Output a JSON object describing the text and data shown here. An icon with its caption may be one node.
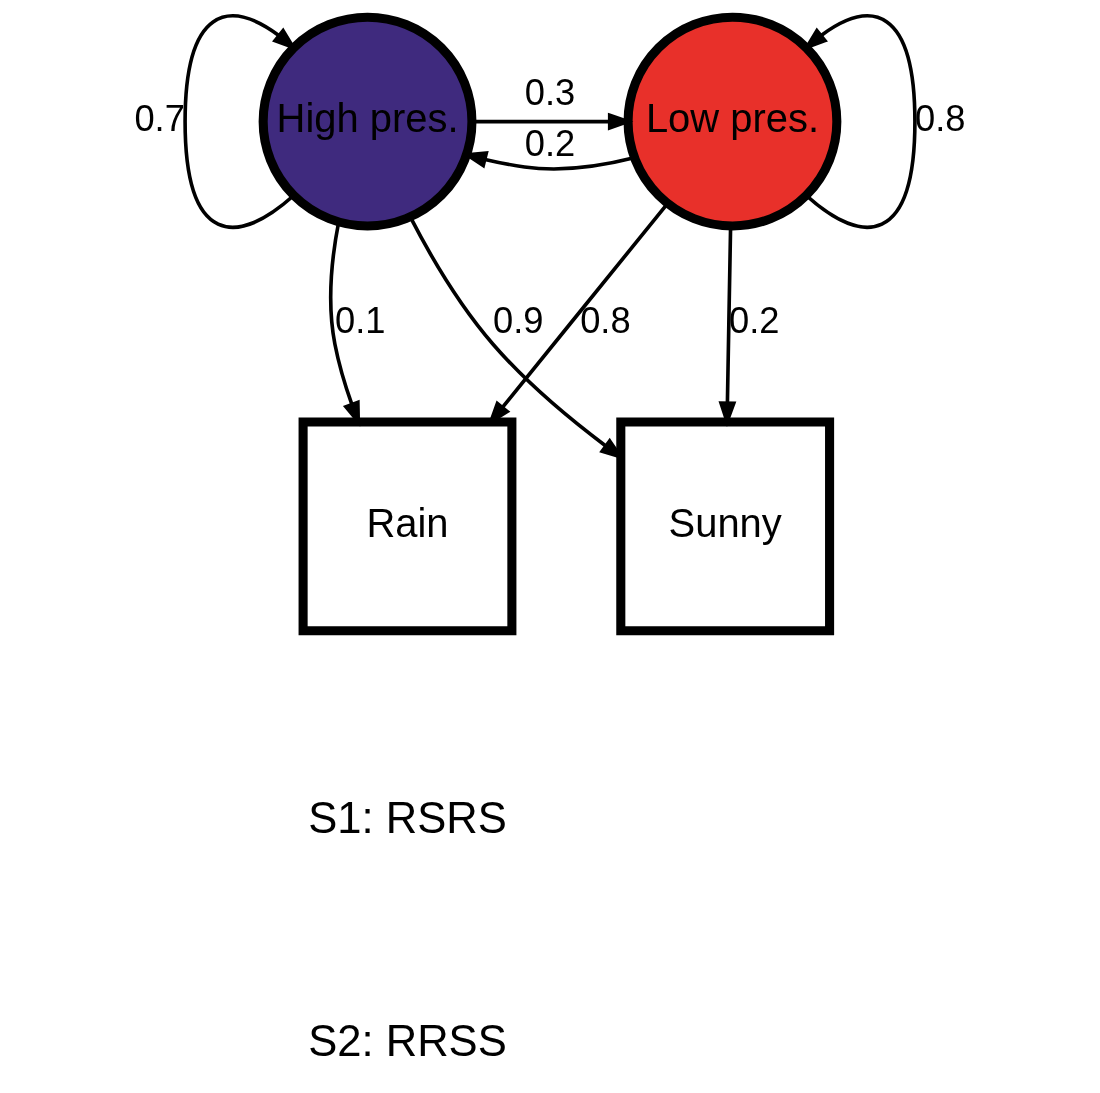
{
  "diagram": {
    "nodes": [
      {
        "text": [
          "High pres."
        ]
      },
      {
        "text": [
          "Low pres."
        ]
      },
      {
        "text": [
          "Rain"
        ]
      },
      {
        "text": [
          "Sunny"
        ]
      }
    ],
    "edges": [
      {
        "from": 0,
        "to": 0,
        "arrow": "to",
        "label": "0.7"
      },
      {
        "from": 0,
        "to": 1,
        "arrow": "to",
        "label": "0.3"
      },
      {
        "from": 1,
        "to": 1,
        "arrow": "to",
        "label": "0.8"
      },
      {
        "from": 1,
        "to": 0,
        "arrow": "to",
        "label": "0.2"
      },
      {
        "from": 0,
        "to": 2,
        "arrow": "to",
        "label": "0.1"
      },
      {
        "from": 0,
        "to": 3,
        "arrow": "to",
        "label": "0.9"
      },
      {
        "from": 1,
        "to": 2,
        "arrow": "to",
        "label": "0.8"
      },
      {
        "from": 1,
        "to": 3,
        "arrow": "to",
        "label": "0.2"
      }
    ],
    "labels": [
      "S1: RSRS",
      "S2: RRSS"
    ]
  }
}
